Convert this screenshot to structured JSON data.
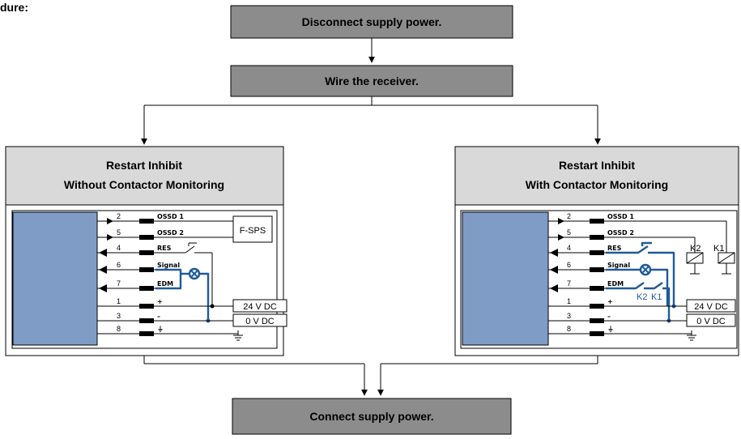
{
  "header_fragment": "dure:",
  "steps": {
    "disconnect": "Disconnect supply power.",
    "wire": "Wire the receiver.",
    "connect": "Connect supply power."
  },
  "left": {
    "title_line1": "Restart Inhibit",
    "title_line2": "Without Contactor Monitoring",
    "fsps": "F-SPS"
  },
  "right": {
    "title_line1": "Restart Inhibit",
    "title_line2": "With Contactor Monitoring",
    "k2": "K2",
    "k1": "K1"
  },
  "pins": [
    {
      "num": "2",
      "signal": "OSSD 1"
    },
    {
      "num": "5",
      "signal": "OSSD 2"
    },
    {
      "num": "4",
      "signal": "RES"
    },
    {
      "num": "6",
      "signal": "Signal"
    },
    {
      "num": "7",
      "signal": "EDM"
    },
    {
      "num": "1",
      "signal": "+"
    },
    {
      "num": "3",
      "signal": "–"
    },
    {
      "num": "8",
      "signal": "⏚"
    }
  ],
  "rails": {
    "v24": "24 V DC",
    "v0": "0 V DC"
  },
  "colors": {
    "box_fill": "#8c8c8c",
    "panel_header": "#d9d9d9",
    "receiver": "#7f9cc7",
    "wire_blue": "#1f5a9a"
  }
}
